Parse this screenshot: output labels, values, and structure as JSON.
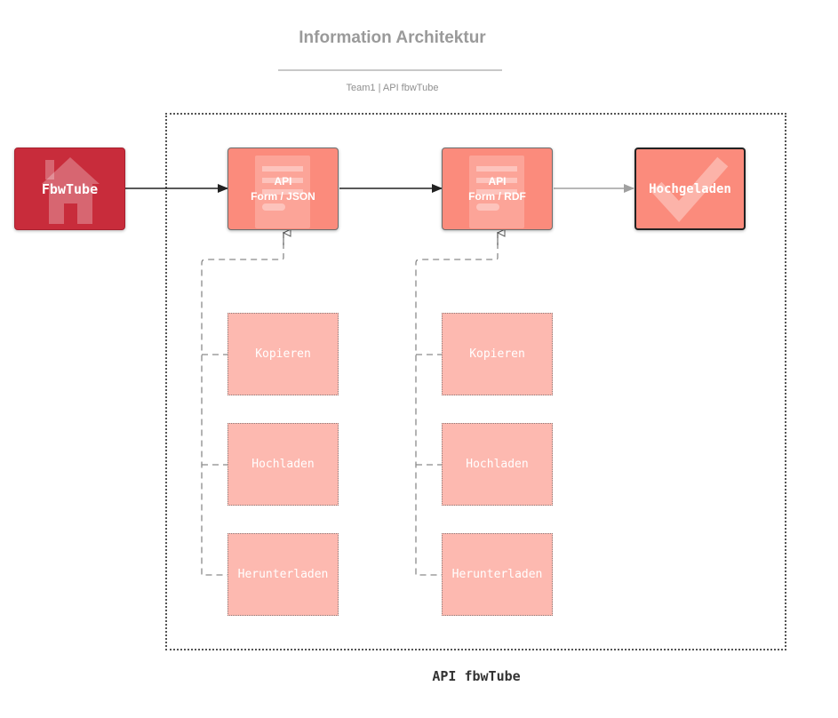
{
  "title": "Information Architektur",
  "subtitle": "Team1  |  API fbwTube",
  "frame_label": "API fbwTube",
  "colors": {
    "home": "#c82c3b",
    "api": "#fb8b7c",
    "sub": "#fdb9b0",
    "arrow_solid": "#222222",
    "arrow_faint": "#a0a0a0",
    "dashed": "#8a8a8a"
  },
  "nodes": {
    "home": {
      "label": "FbwTube",
      "icon": "house-icon"
    },
    "api_json": {
      "line1": "API",
      "line2": "Form / JSON",
      "icon": "form-icon"
    },
    "api_rdf": {
      "line1": "API",
      "line2": "Form / RDF",
      "icon": "form-icon"
    },
    "done": {
      "label": "Hochgeladen",
      "icon": "checkmark-icon"
    }
  },
  "json_actions": [
    "Kopieren",
    "Hochladen",
    "Herunterladen"
  ],
  "rdf_actions": [
    "Kopieren",
    "Hochladen",
    "Herunterladen"
  ]
}
